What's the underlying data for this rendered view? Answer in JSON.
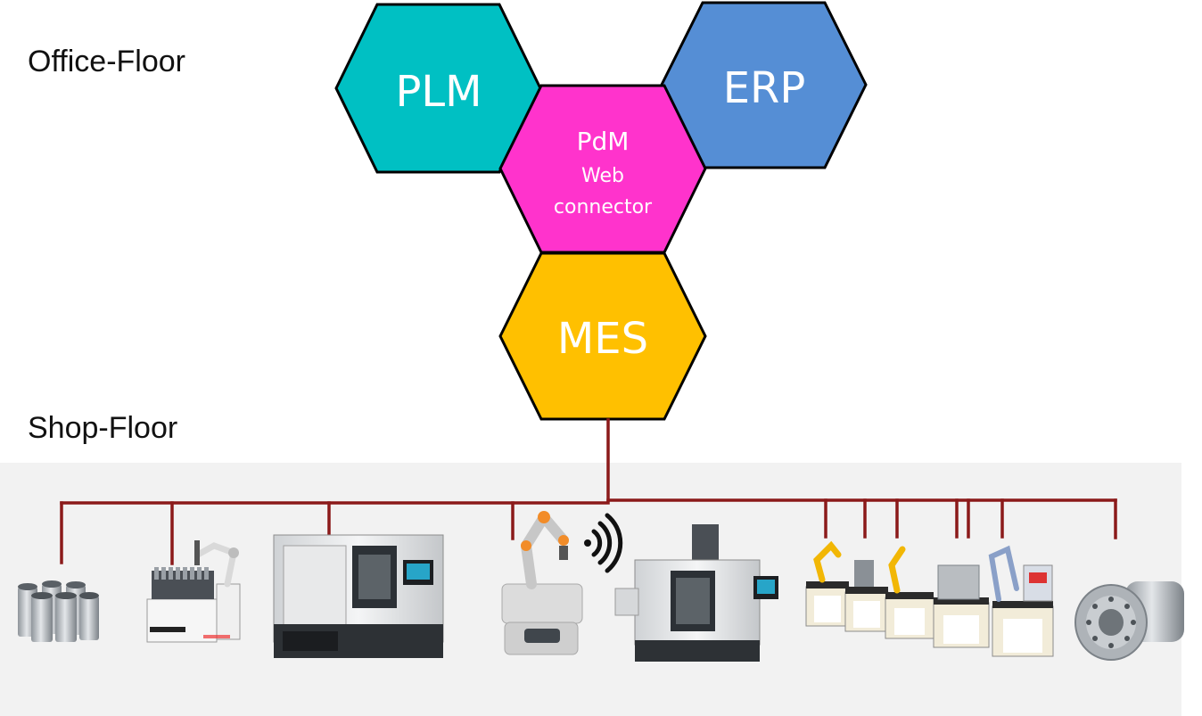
{
  "labels": {
    "office_floor": "Office-Floor",
    "shop_floor": "Shop-Floor"
  },
  "systems": {
    "plm": "PLM",
    "erp": "ERP",
    "pdm_line1": "PdM",
    "pdm_line2": "Web",
    "pdm_line3": "connector",
    "mes": "MES"
  },
  "colors": {
    "plm": "#00C0C3",
    "erp": "#558ED5",
    "pdm": "#FF33CC",
    "mes": "#FFC000",
    "network": "#8B1A1A",
    "shop_floor_bg": "#F2F2F2",
    "label_text": "#111111"
  },
  "shop_floor_devices": [
    {
      "icon": "metal-tubes-icon"
    },
    {
      "icon": "robot-loading-cell-icon"
    },
    {
      "icon": "cnc-lathe-icon"
    },
    {
      "icon": "mobile-cobot-icon"
    },
    {
      "icon": "wireless-signal-icon"
    },
    {
      "icon": "milling-center-icon"
    },
    {
      "icon": "modular-assembly-line-icon"
    },
    {
      "icon": "machined-part-icon"
    }
  ]
}
